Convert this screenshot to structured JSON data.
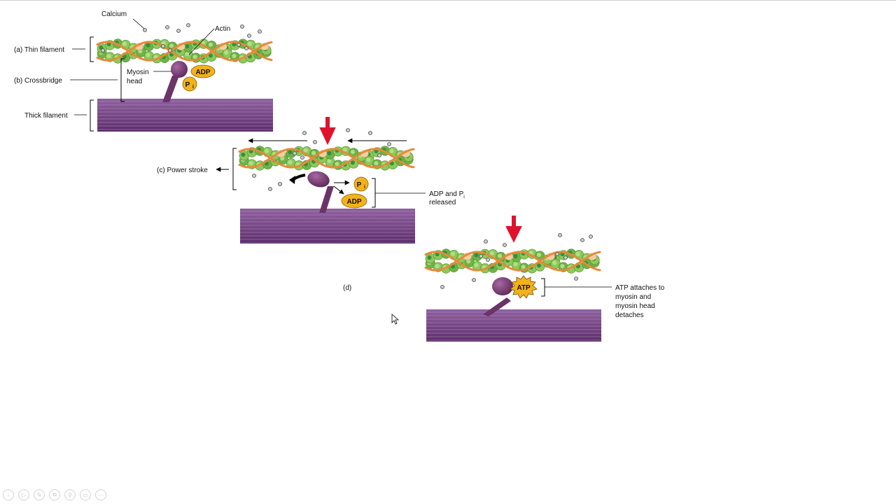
{
  "labels": {
    "calcium": "Calcium",
    "actin": "Actin",
    "thin_filament": "(a) Thin filament",
    "crossbridge": "(b) Crossbridge",
    "myosin_head_line1": "Myosin",
    "myosin_head_line2": "head",
    "thick_filament": "Thick filament",
    "power_stroke": "(c) Power stroke",
    "adp_pi_released_line1": "ADP and P",
    "adp_pi_released_sub": "i",
    "adp_pi_released_line2": "released",
    "panel_d": "(d)",
    "atp_attaches_line1": "ATP attaches to",
    "atp_attaches_line2": "myosin and",
    "atp_attaches_line3": "myosin head",
    "atp_attaches_line4": "detaches"
  },
  "badges": {
    "adp": "ADP",
    "pi_main": "P",
    "pi_sub": "i",
    "atp": "ATP"
  },
  "colors": {
    "actin_green": "#8cc95a",
    "actin_dark_green": "#2f8a3a",
    "tropomyosin_orange": "#e8893a",
    "troponin_peach": "#f3cf9f",
    "myosin_purple": "#7a3d77",
    "thick_filament_purple": "#7f4f8c",
    "badge_yellow": "#f2b21b",
    "arrow_red": "#e0122b"
  },
  "toolbar": {
    "icons": [
      "prev-icon",
      "play-icon",
      "pen-icon",
      "copy-icon",
      "zoom-icon",
      "subtitles-icon",
      "more-icon"
    ],
    "glyphs": [
      "‹",
      "▷",
      "✎",
      "⧉",
      "⚲",
      "▭",
      "⋯"
    ]
  }
}
